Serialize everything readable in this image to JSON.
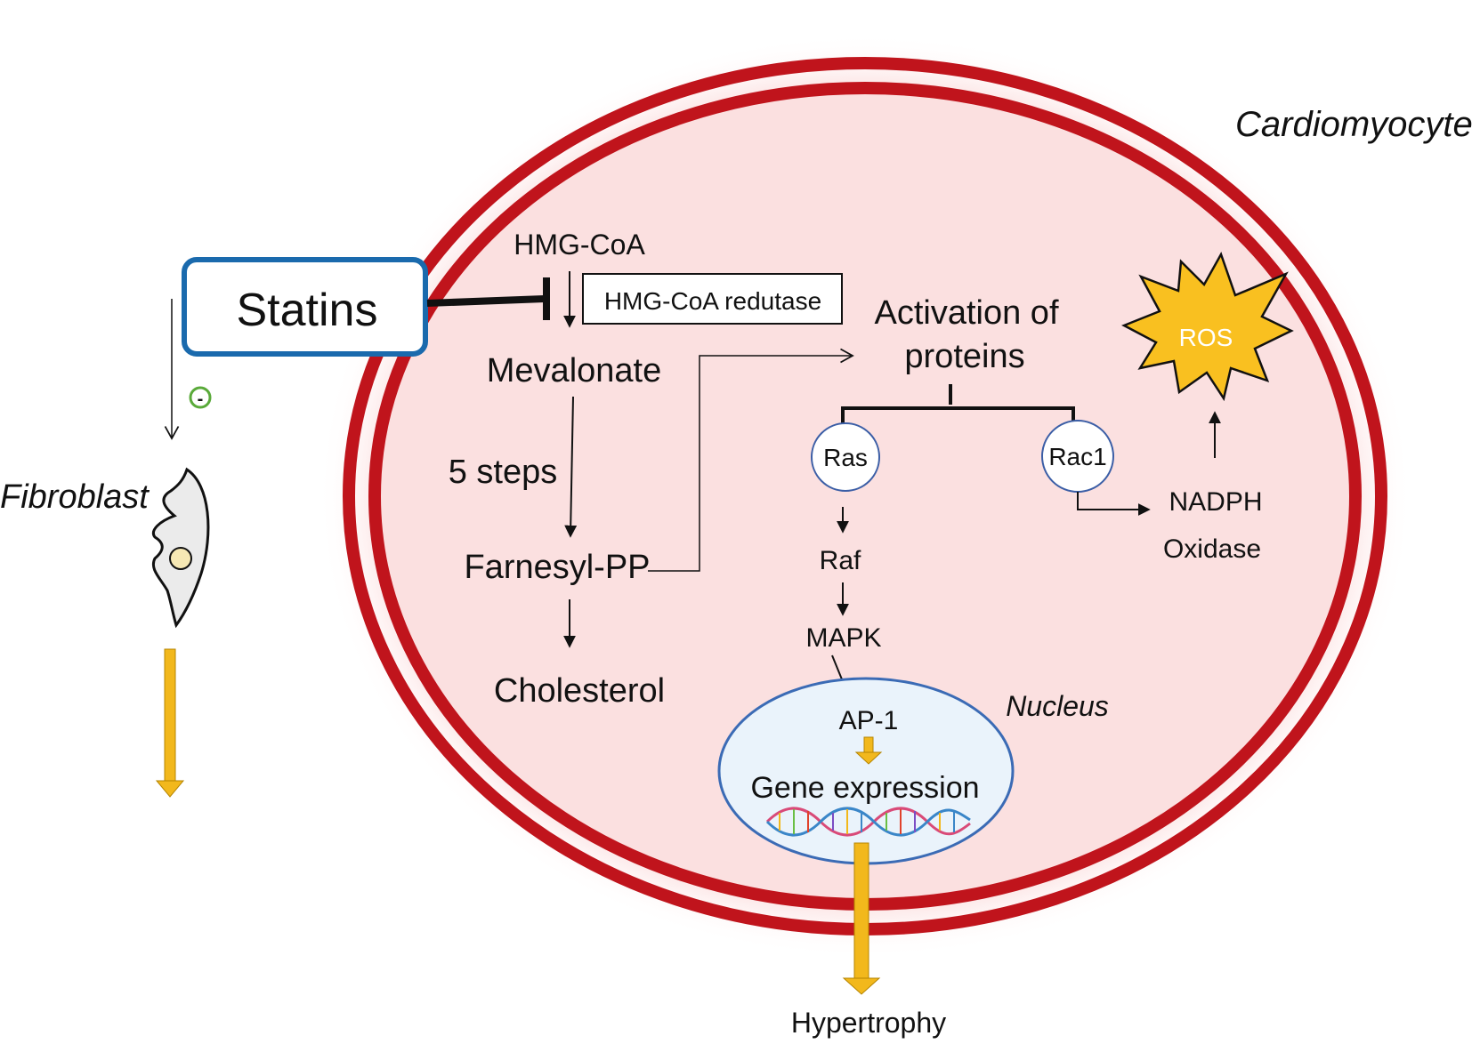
{
  "labels": {
    "cell": "Cardiomyocyte",
    "statins": "Statins",
    "fibroblast": "Fibroblast",
    "minus": "-",
    "hmgcoa": "HMG-CoA",
    "reductase": "HMG-CoA redutase",
    "mevalonate": "Mevalonate",
    "steps": "5 steps",
    "farnesyl": "Farnesyl-PP",
    "cholesterol": "Cholesterol",
    "activation_line1": "Activation of",
    "activation_line2": "proteins",
    "ras": "Ras",
    "rac1": "Rac1",
    "raf": "Raf",
    "mapk": "MAPK",
    "nadph": "NADPH",
    "oxidase": "Oxidase",
    "ros": "ROS",
    "nucleus": "Nucleus",
    "ap1": "AP-1",
    "gene_expression": "Gene expression",
    "hypertrophy": "Hypertrophy"
  },
  "colors": {
    "membrane": "#c0141c",
    "cytoplasm": "#fbe0e0",
    "glow": "#f7b8b8",
    "statins_border": "#1a6aad",
    "node_border": "#3b5ea6",
    "arrow_orange": "#f2b81c",
    "ros_fill": "#f9c020",
    "minus_circle": "#5aaa3a"
  },
  "icons": {
    "fibroblast": "fibroblast-cell-icon",
    "dna": "dna-helix-icon",
    "ros": "ros-starburst-icon"
  }
}
